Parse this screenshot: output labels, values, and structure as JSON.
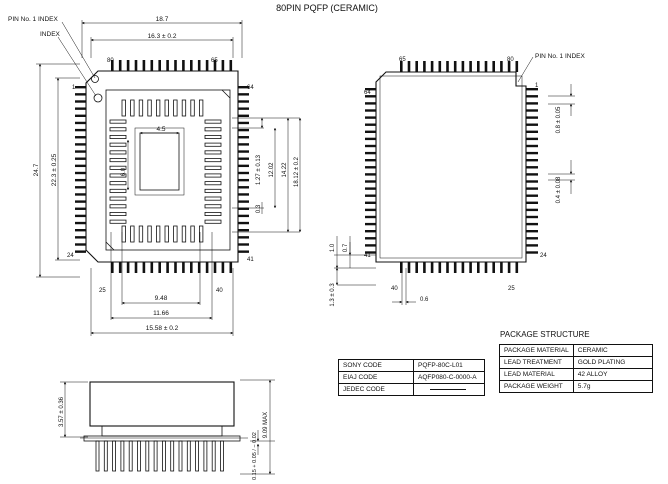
{
  "title": "80PIN PQFP (CERAMIC)",
  "front_view": {
    "index_label": "INDEX",
    "pin1_index_label": "PIN No. 1 INDEX",
    "pin_numbers": {
      "p1": "1",
      "p24": "24",
      "p25": "25",
      "p40": "40",
      "p41": "41",
      "p64": "64",
      "p65": "65",
      "p80": "80"
    },
    "dims": {
      "overall_width": "18.7",
      "body_width": "16.3 ± 0.2",
      "overall_height": "24.7",
      "body_height": "22.3 ± 0.25",
      "die_width": "4.5",
      "die_height": "6.0",
      "lead_pitch": "1.27 ± 0.13",
      "inner_span_v": "12.02",
      "outer_span_v": "14.22",
      "cavity_v": "18.12 ± 0.2",
      "lead_width": "0.3",
      "inner_span_h": "9.48",
      "outer_span_h": "11.66",
      "cavity_h": "15.58 ± 0.2"
    }
  },
  "back_view": {
    "pin1_index_label": "PIN No. 1 INDEX",
    "pin_numbers": {
      "p1": "1",
      "p24": "24",
      "p25": "25",
      "p40": "40",
      "p41": "41",
      "p64": "64",
      "p65": "65",
      "p80": "80"
    },
    "dims": {
      "pitch_a": "0.8 ± 0.05",
      "lead_w": "0.4 ± 0.08",
      "lead_len": "0.7",
      "lead_len2": "1.0",
      "seat": "1.3 ± 0.3",
      "gap": "0.6"
    }
  },
  "side_view": {
    "dims": {
      "height": "3.57 ± 0.36",
      "max_height": "9.09 MAX",
      "standoff": "0.15 + 0.05 / − 0.02"
    }
  },
  "code_table": {
    "rows": [
      {
        "label": "SONY CODE",
        "value": "PQFP-80C-L01"
      },
      {
        "label": "EIAJ CODE",
        "value": "AQFP080-C-0000-A"
      },
      {
        "label": "JEDEC CODE",
        "value": ""
      }
    ]
  },
  "package_structure": {
    "title": "PACKAGE STRUCTURE",
    "rows": [
      {
        "label": "PACKAGE MATERIAL",
        "value": "CERAMIC"
      },
      {
        "label": "LEAD TREATMENT",
        "value": "GOLD PLATING"
      },
      {
        "label": "LEAD MATERIAL",
        "value": "42 ALLOY"
      },
      {
        "label": "PACKAGE WEIGHT",
        "value": "5.7g"
      }
    ]
  }
}
